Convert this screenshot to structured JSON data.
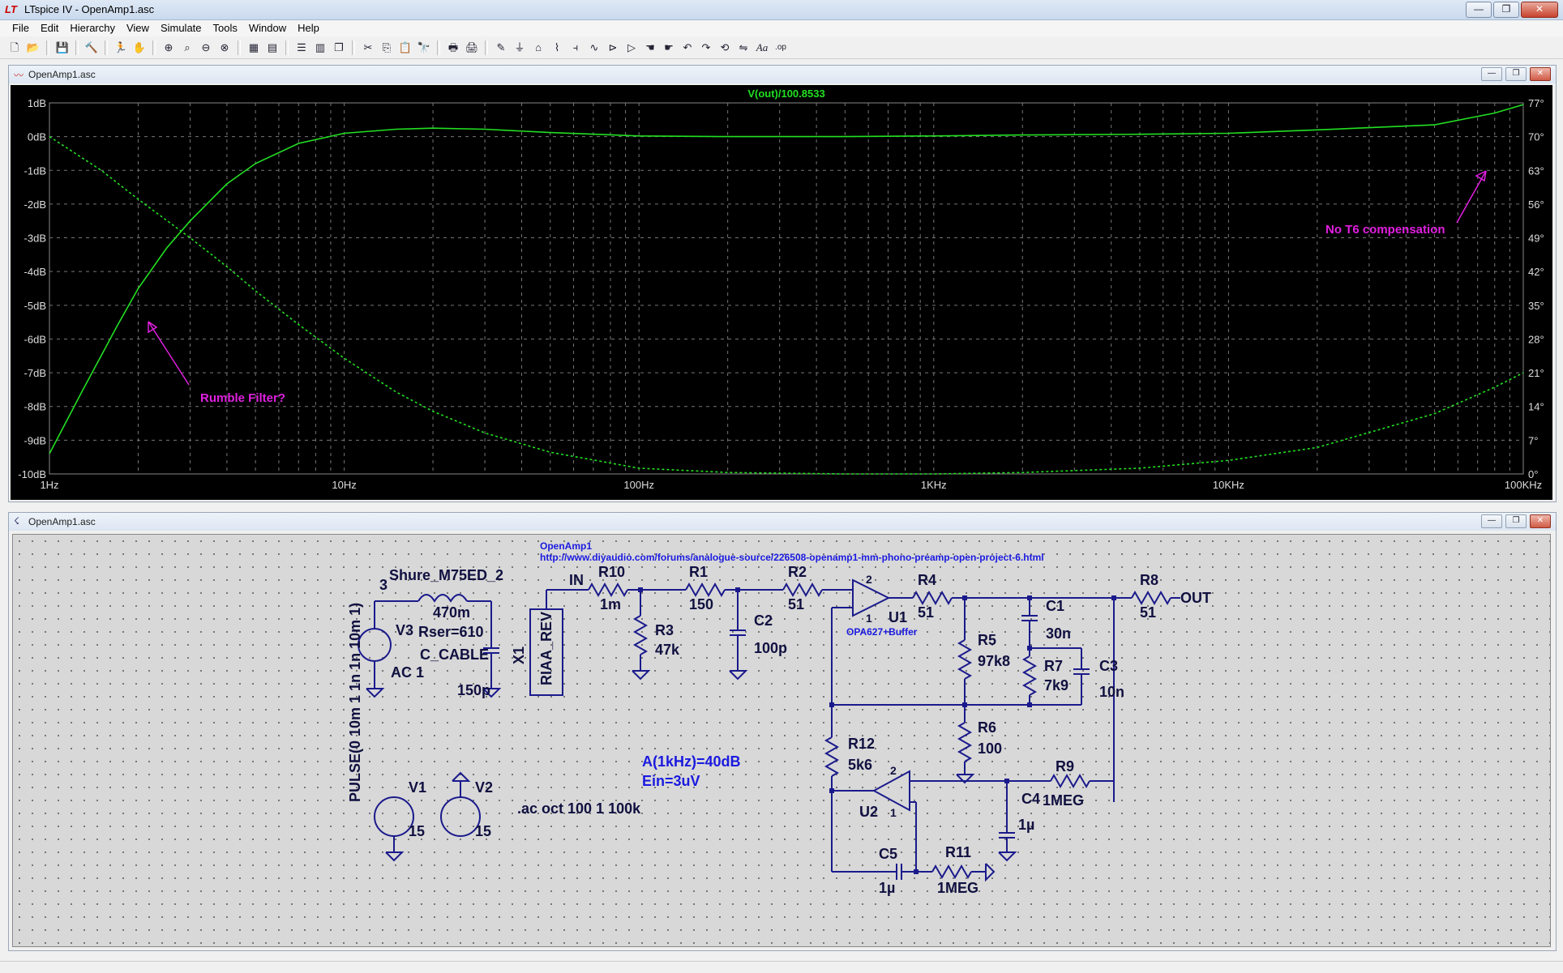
{
  "app": {
    "title": "LTspice IV - OpenAmp1.asc"
  },
  "menu": [
    "File",
    "Edit",
    "Hierarchy",
    "View",
    "Simulate",
    "Tools",
    "Window",
    "Help"
  ],
  "window_controls": {
    "minimize": "—",
    "maximize": "❐",
    "close": "✕"
  },
  "toolbar": [
    "new-schematic",
    "open",
    "save",
    "control-panel",
    "run",
    "halt",
    "zoom-in",
    "zoom-pan",
    "zoom-out",
    "zoom-fit",
    "autorange",
    "tile-horiz",
    "tile-vert",
    "cascade",
    "cut",
    "copy",
    "paste",
    "find",
    "print-setup",
    "print",
    "wire",
    "ground",
    "label",
    "resistor",
    "capacitor",
    "inductor",
    "diode",
    "component",
    "move",
    "drag",
    "undo",
    "redo",
    "rotate",
    "mirror",
    "text",
    "spice-directive"
  ],
  "plot_window": {
    "title": "OpenAmp1.asc",
    "trace_label": "V(out)/100.8533",
    "trace_color": "#22e022"
  },
  "schematic_window": {
    "title": "OpenAmp1.asc"
  },
  "chart_data": {
    "type": "line",
    "xscale": "log",
    "x_ticks": [
      "1Hz",
      "10Hz",
      "100Hz",
      "1KHz",
      "10KHz",
      "100KHz"
    ],
    "xlim": [
      1,
      100000
    ],
    "y_left_ticks": [
      "1dB",
      "0dB",
      "-1dB",
      "-2dB",
      "-3dB",
      "-4dB",
      "-5dB",
      "-6dB",
      "-7dB",
      "-8dB",
      "-9dB",
      "-10dB"
    ],
    "ylim_left": [
      -10,
      1
    ],
    "y_right_ticks": [
      "77°",
      "70°",
      "63°",
      "56°",
      "49°",
      "42°",
      "35°",
      "28°",
      "21°",
      "14°",
      "7°",
      "0°"
    ],
    "ylim_right": [
      0,
      77
    ],
    "grid": true,
    "series": [
      {
        "name": "V(out)/100.8533",
        "style": "solid",
        "axis": "left",
        "x": [
          1,
          1.3,
          1.7,
          2,
          2.5,
          3,
          4,
          5,
          7,
          10,
          15,
          20,
          30,
          50,
          100,
          200,
          500,
          1000,
          2000,
          5000,
          10000,
          20000,
          50000,
          80000,
          100000
        ],
        "y": [
          -9.4,
          -7.5,
          -5.6,
          -4.5,
          -3.3,
          -2.5,
          -1.4,
          -0.8,
          -0.2,
          0.1,
          0.22,
          0.25,
          0.22,
          0.12,
          0.02,
          0.0,
          0.0,
          0.02,
          0.05,
          0.07,
          0.1,
          0.2,
          0.35,
          0.7,
          0.95
        ]
      },
      {
        "name": "phase",
        "style": "dashed",
        "axis": "right",
        "x": [
          1,
          1.5,
          2,
          3,
          4,
          5,
          7,
          10,
          15,
          20,
          30,
          50,
          100,
          200,
          500,
          1000,
          2000,
          5000,
          10000,
          20000,
          50000,
          80000,
          100000
        ],
        "y": [
          70,
          63,
          57,
          49,
          43,
          38,
          31,
          24,
          17,
          13,
          8.5,
          4.5,
          1.2,
          0.3,
          0,
          0,
          0.3,
          1.2,
          2.8,
          5.5,
          12.5,
          18,
          21
        ]
      }
    ],
    "annotations": [
      "Rumble Filter?",
      "No T6 compensation"
    ]
  },
  "schematic": {
    "directive_title": "OpenAmp1",
    "directive_url": "http://www.diyaudio.com/forums/analogue-source/226508-openamp1-mm-phono-preamp-open-project-6.html",
    "notes": [
      "A(1kHz)=40dB",
      "Ein=3uV"
    ],
    "ac_directive": ".ac oct 100 1 100k",
    "nets": [
      "IN",
      "OUT"
    ],
    "pin_numbers": [
      "3",
      "2",
      "1",
      "2",
      "1"
    ],
    "v3": {
      "name": "V3",
      "value": "AC 1",
      "source": "PULSE(0 10m 1 1n 1n 10m 1)"
    },
    "shure": {
      "name": "Shure_M75ED_2",
      "inductance": "470m",
      "rser": "Rser=610"
    },
    "c_cable": {
      "name": "C_CABLE",
      "value": "150p"
    },
    "x1": {
      "name": "X1",
      "part": "RIAA_REV"
    },
    "r10": {
      "name": "R10",
      "value": "1m"
    },
    "r1": {
      "name": "R1",
      "value": "150"
    },
    "r2": {
      "name": "R2",
      "value": "51"
    },
    "r3": {
      "name": "R3",
      "value": "47k"
    },
    "c2": {
      "name": "C2",
      "value": "100p"
    },
    "u1": {
      "name": "U1",
      "part": "OPA627+Buffer"
    },
    "r4": {
      "name": "R4",
      "value": "51"
    },
    "r5": {
      "name": "R5",
      "value": "97k8"
    },
    "c1": {
      "name": "C1",
      "value": "30n"
    },
    "r7": {
      "name": "R7",
      "value": "7k9"
    },
    "c3": {
      "name": "C3",
      "value": "10n"
    },
    "r6": {
      "name": "R6",
      "value": "100"
    },
    "r8": {
      "name": "R8",
      "value": "51"
    },
    "r12": {
      "name": "R12",
      "value": "5k6"
    },
    "u2": {
      "name": "U2"
    },
    "r9": {
      "name": "R9",
      "value": "1MEG"
    },
    "c4": {
      "name": "C4",
      "value": "1µ"
    },
    "c5": {
      "name": "C5",
      "value": "1µ"
    },
    "r11": {
      "name": "R11",
      "value": "1MEG"
    },
    "v1": {
      "name": "V1",
      "value": "15"
    },
    "v2": {
      "name": "V2",
      "value": "15"
    }
  }
}
